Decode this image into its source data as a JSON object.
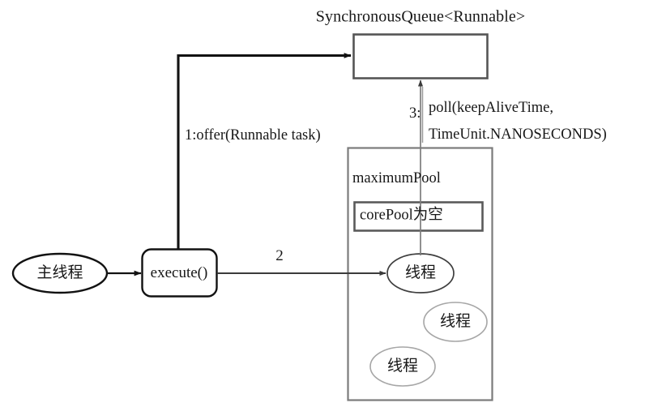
{
  "diagram": {
    "title_text": "SynchronousQueue<Runnable>",
    "nodes": {
      "queue_box": {
        "label": "",
        "shape": "rect"
      },
      "main_thread": {
        "label": "主线程",
        "shape": "ellipse"
      },
      "execute": {
        "label": "execute()",
        "shape": "rounded-rect"
      },
      "maximum_pool": {
        "label": "maximumPool",
        "shape": "rect"
      },
      "core_pool": {
        "label": "corePool为空",
        "shape": "rect"
      },
      "threads": [
        {
          "label": "线程"
        },
        {
          "label": "线程"
        },
        {
          "label": "线程"
        }
      ]
    },
    "edges": {
      "offer": {
        "label": "1:offer(Runnable task)"
      },
      "execute_to_thread": {
        "label": "2"
      },
      "poll": {
        "step": "3:",
        "line1": "poll(keepAliveTime,",
        "line2": "TimeUnit.NANOSECONDS)"
      }
    },
    "colors": {
      "stroke_dark": "#121212",
      "stroke_gray": "#555555",
      "stroke_light": "#9a9a9a",
      "text": "#171717",
      "background": "#ffffff"
    }
  }
}
